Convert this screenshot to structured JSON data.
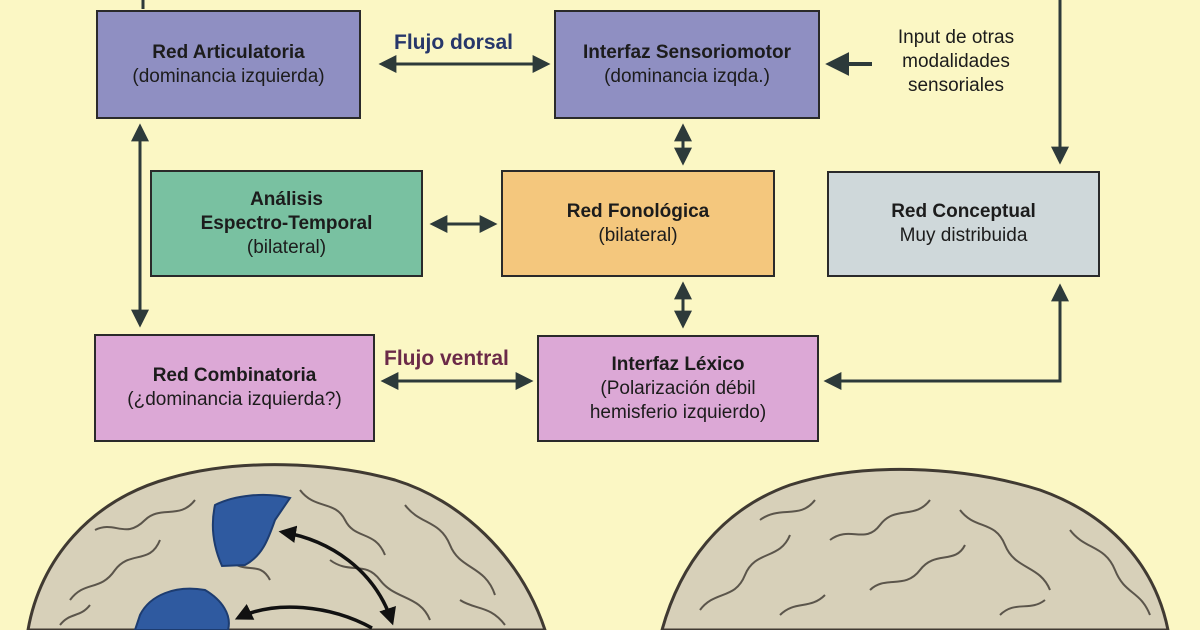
{
  "boxes": {
    "articulatoria": {
      "title": "Red Articulatoria",
      "subtitle": "(dominancia izquierda)"
    },
    "sensoriomotor": {
      "title": "Interfaz Sensoriomotor",
      "subtitle": "(dominancia izqda.)"
    },
    "analisis": {
      "title_line1": "Análisis",
      "title_line2": "Espectro-Temporal",
      "subtitle": "(bilateral)"
    },
    "fonologica": {
      "title": "Red Fonológica",
      "subtitle": "(bilateral)"
    },
    "conceptual": {
      "title": "Red Conceptual",
      "subtitle": "Muy distribuida"
    },
    "combinatoria": {
      "title": "Red Combinatoria",
      "subtitle": "(¿dominancia izquierda?)"
    },
    "lexico": {
      "title": "Interfaz Léxico",
      "subtitle_line1": "(Polarización débil",
      "subtitle_line2": "hemisferio izquierdo)"
    }
  },
  "flows": {
    "dorsal": "Flujo dorsal",
    "ventral": "Flujo ventral"
  },
  "input": {
    "line1": "Input de otras",
    "line2": "modalidades",
    "line3": "sensoriales"
  },
  "colors": {
    "background": "#fbf7c4",
    "articulatory_sensorimotor": "#8f8fc2",
    "spectro_temporal": "#79c1a1",
    "phonological": "#f4c77d",
    "conceptual": "#cfd8da",
    "combinatorial_lexical": "#dca8d6",
    "arrows": "#2d3a3a",
    "highlighted_regions": "#2f5aa0"
  }
}
